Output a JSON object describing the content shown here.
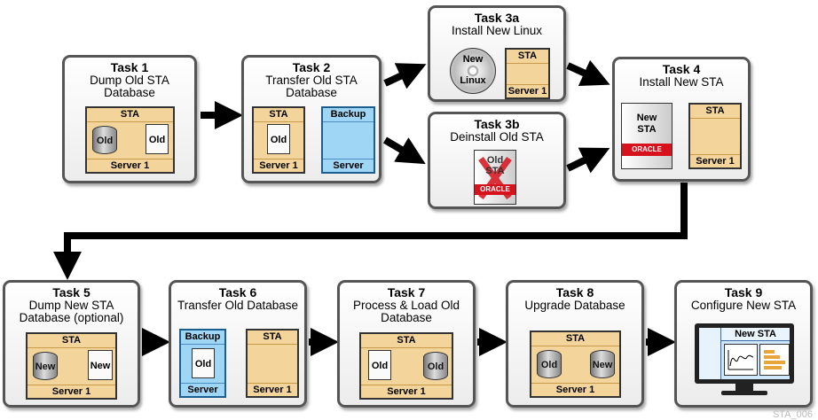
{
  "tasks": [
    {
      "title": "Task 1",
      "desc": "Dump Old STA Database",
      "server_top": "STA",
      "server_bottom": "Server 1",
      "db_label": "Old",
      "file_label": "Old"
    },
    {
      "title": "Task 2",
      "desc": "Transfer Old STA Database",
      "server_top": "STA",
      "server_bottom": "Server 1",
      "file_label": "Old",
      "backup_top": "Backup",
      "backup_bottom": "Server"
    },
    {
      "title": "Task 3a",
      "desc": "Install New Linux",
      "disc_label_top": "New",
      "disc_label_bottom": "Linux",
      "server_top": "STA",
      "server_bottom": "Server 1"
    },
    {
      "title": "Task 3b",
      "desc": "Deinstall Old STA",
      "package_label": "Old STA",
      "brand": "ORACLE"
    },
    {
      "title": "Task 4",
      "desc": "Install New STA",
      "package_label": "New STA",
      "brand": "ORACLE",
      "server_top": "STA",
      "server_bottom": "Server 1"
    },
    {
      "title": "Task 5",
      "desc": "Dump New STA Database (optional)",
      "server_top": "STA",
      "server_bottom": "Server 1",
      "db_label": "New",
      "file_label": "New"
    },
    {
      "title": "Task 6",
      "desc": "Transfer Old Database",
      "backup_top": "Backup",
      "backup_bottom": "Server",
      "file_label": "Old",
      "server_top": "STA",
      "server_bottom": "Server 1"
    },
    {
      "title": "Task 7",
      "desc": "Process & Load Old Database",
      "server_top": "STA",
      "server_bottom": "Server 1",
      "file_label": "Old",
      "db_label": "Old"
    },
    {
      "title": "Task 8",
      "desc": "Upgrade Database",
      "server_top": "STA",
      "server_bottom": "Server 1",
      "db_label": "Old",
      "db2_label": "New"
    },
    {
      "title": "Task 9",
      "desc": "Configure New STA",
      "screen_title": "New STA"
    }
  ],
  "watermark": "STA_006",
  "colors": {
    "server": "#f3d49b",
    "backup": "#9fd6f6",
    "brand": "#d7121d",
    "cross": "#d7121d"
  }
}
